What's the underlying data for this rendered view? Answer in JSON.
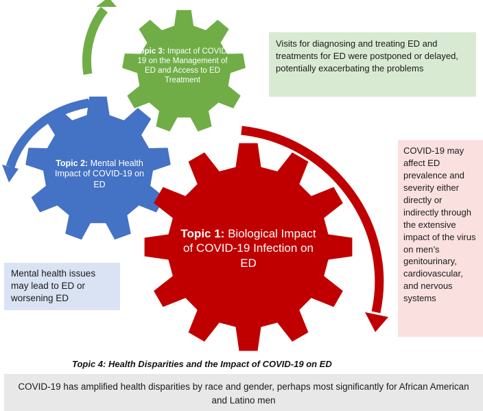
{
  "colors": {
    "gear_green": "#70ad47",
    "gear_blue": "#4472c4",
    "gear_red": "#c00000",
    "box_green": "#d9ead3",
    "box_pink": "#fbe0e0",
    "box_blue": "#dae3f3",
    "box_gray": "#e8e8e8"
  },
  "topics": {
    "topic3": {
      "label": "Topic 3:",
      "text": " Impact of COVID-19 on the Management of ED and Access to ED Treatment"
    },
    "topic2": {
      "label": "Topic 2:",
      "text": " Mental Health Impact of COVID-19 on ED"
    },
    "topic1": {
      "label": "Topic 1:",
      "text": " Biological Impact of COVID-19 Infection on ED"
    }
  },
  "notes": {
    "green": "Visits for diagnosing and treating ED and treatments for ED were postponed or delayed, potentially exacerbating the problems",
    "pink": "COVID-19 may affect ED prevalence and severity either directly or indirectly through the extensive impact of the virus on men’s genitourinary, cardiovascular, and nervous systems",
    "blue": "Mental health issues may lead to ED or worsening ED",
    "topic4_heading": "Topic 4: Health Disparities and the Impact of COVID-19 on ED",
    "gray": "COVID-19 has amplified health disparities by race and gender, perhaps most significantly for African American and Latino men"
  }
}
